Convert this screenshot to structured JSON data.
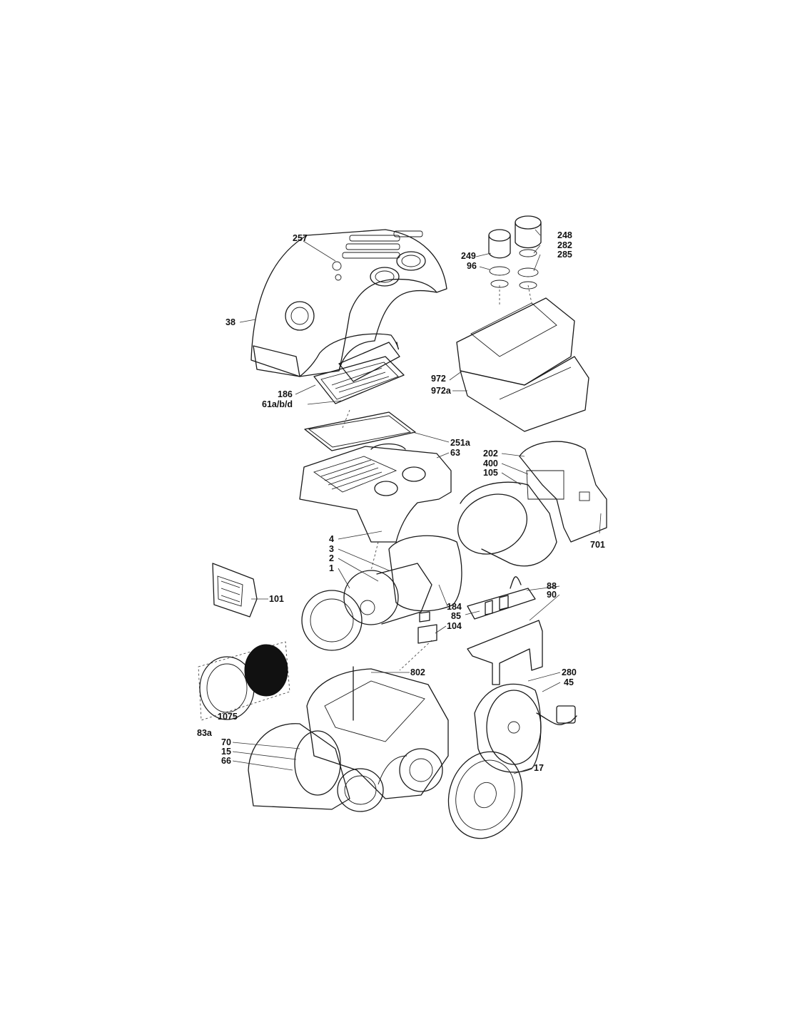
{
  "callouts": {
    "c257": "257",
    "c38": "38",
    "c186": "186",
    "c61abd": "61a/b/d",
    "c249": "249",
    "c96": "96",
    "c248": "248",
    "c282": "282",
    "c285": "285",
    "c972": "972",
    "c972a": "972a",
    "c251a": "251a",
    "c63": "63",
    "c202": "202",
    "c400": "400",
    "c105": "105",
    "c701": "701",
    "c4": "4",
    "c3": "3",
    "c2": "2",
    "c1": "1",
    "c101": "101",
    "c184": "184",
    "c85": "85",
    "c104": "104",
    "c88": "88",
    "c90": "90",
    "c802": "802",
    "c280": "280",
    "c45": "45",
    "c1075": "1075",
    "c83a": "83a",
    "c70": "70",
    "c15": "15",
    "c66": "66",
    "c17": "17"
  }
}
